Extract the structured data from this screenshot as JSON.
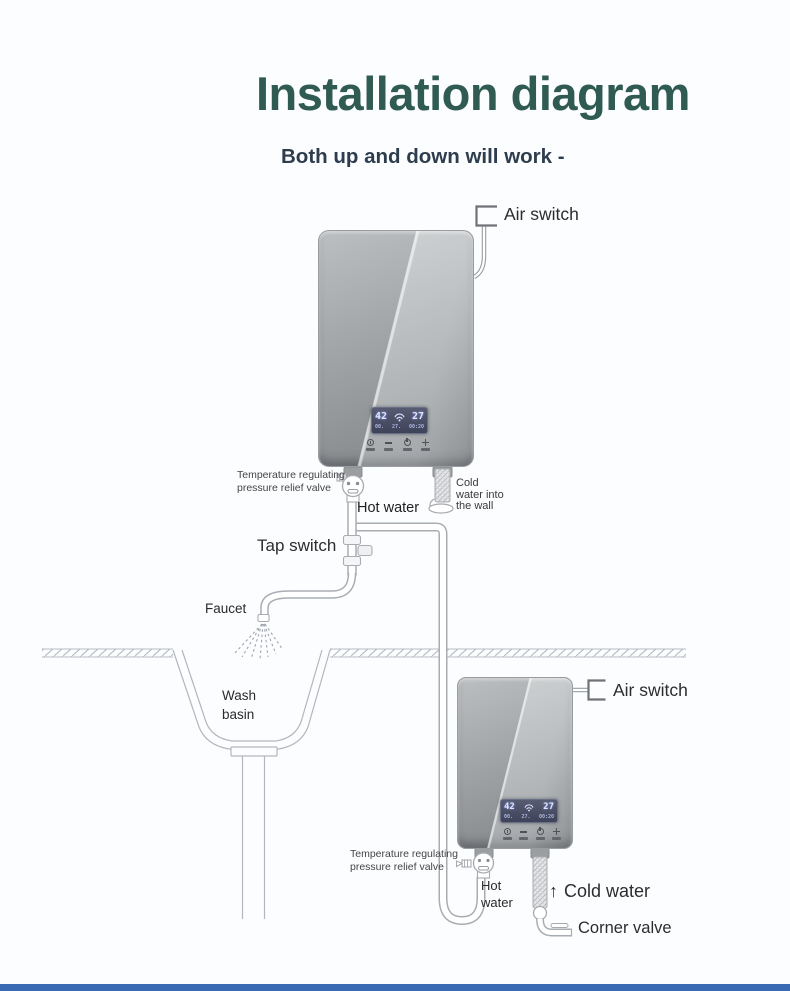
{
  "page": {
    "title": "Installation diagram",
    "subtitle": "Both up and down will work -"
  },
  "colors": {
    "title": "#2f5b52",
    "footer_bar": "#3a6ab3"
  },
  "upper": {
    "air_switch": "Air switch",
    "valve_l1": "Temperature regulating",
    "valve_l2": "pressure relief valve",
    "hot_water": "Hot water",
    "cold_l1": "Cold",
    "cold_l2": "water into",
    "cold_l3": "the wall",
    "display": {
      "temp_set": "42",
      "temp_out": "27",
      "flow": "00.",
      "temp2": "27.",
      "time": "00:20"
    }
  },
  "mid": {
    "tap_switch": "Tap switch",
    "faucet": "Faucet",
    "basin_l1": "Wash",
    "basin_l2": "basin"
  },
  "lower": {
    "air_switch": "Air switch",
    "valve_l1": "Temperature regulating",
    "valve_l2": "pressure relief valve",
    "hot_l1": "Hot",
    "hot_l2": "water",
    "cold_arrow": "↑",
    "cold_water": "Cold water",
    "corner_valve": "Corner valve",
    "display": {
      "temp_set": "42",
      "temp_out": "27",
      "flow": "00.",
      "temp2": "27.",
      "time": "00:20"
    }
  }
}
